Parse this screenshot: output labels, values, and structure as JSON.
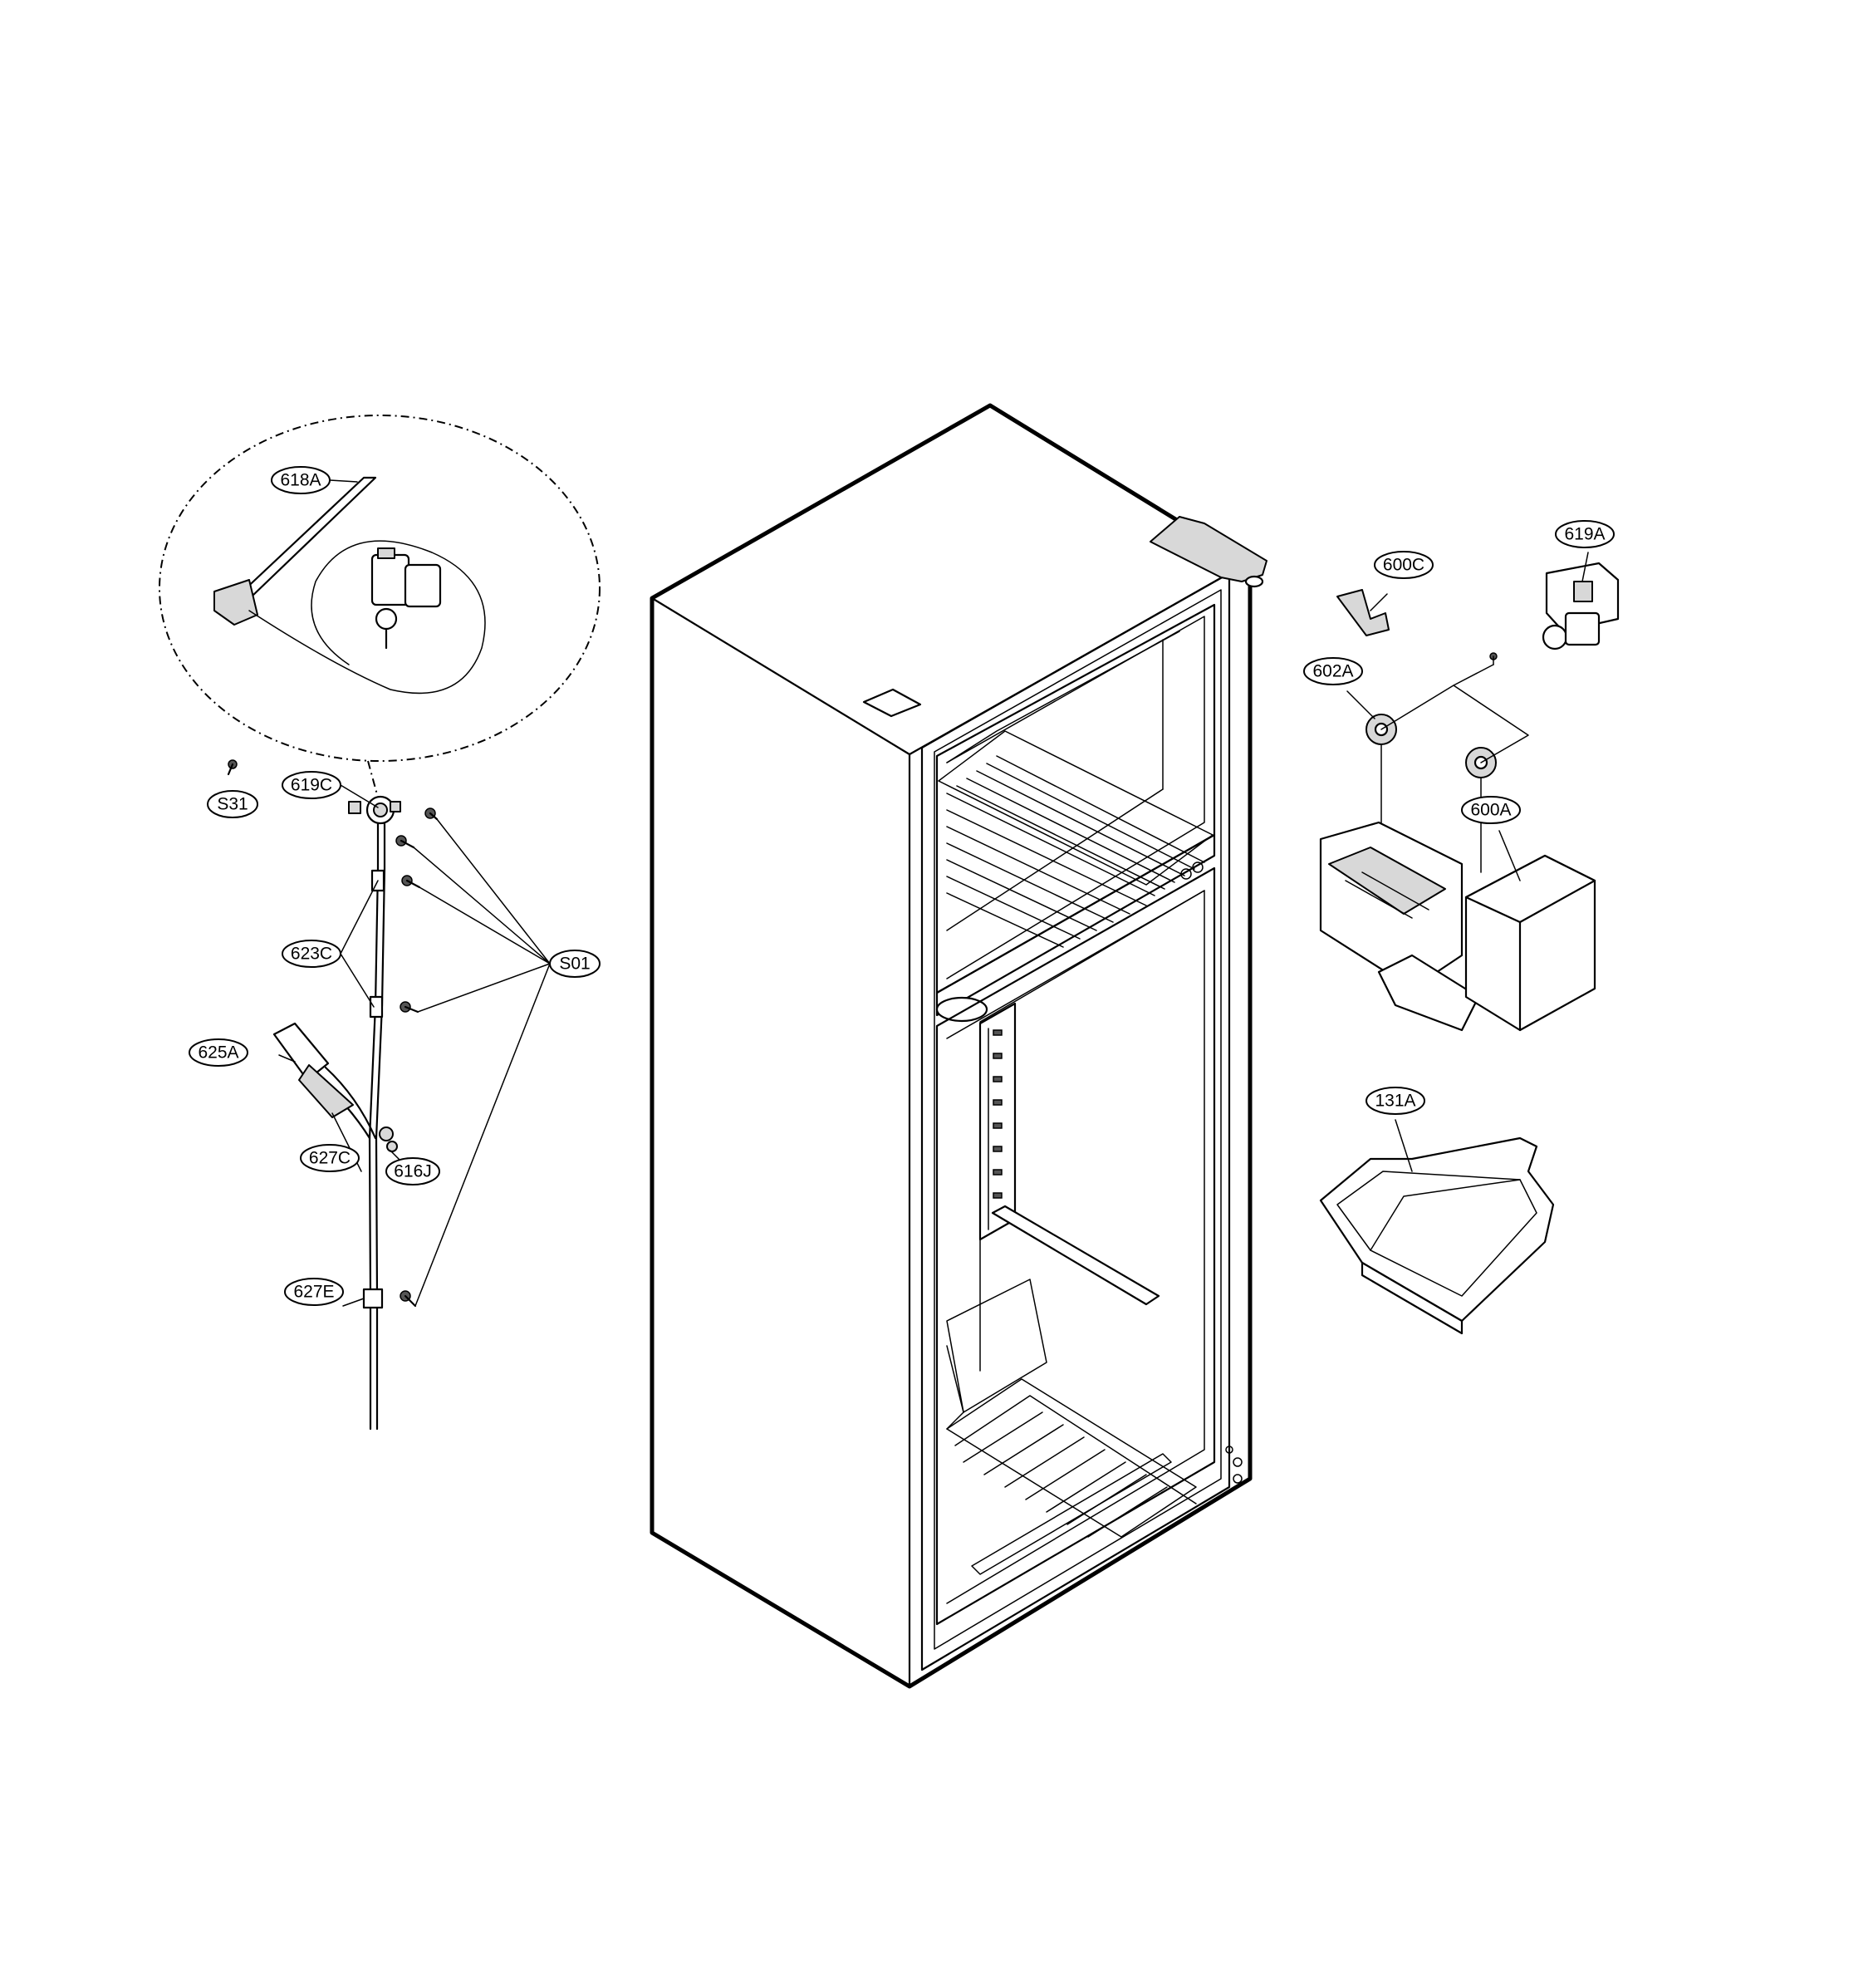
{
  "parts": {
    "p618A": "618A",
    "p619C": "619C",
    "pS31": "S31",
    "p623C": "623C",
    "pS01": "S01",
    "p625A": "625A",
    "p627C": "627C",
    "p616J": "616J",
    "p627E": "627E",
    "p600C": "600C",
    "p619A": "619A",
    "p602A": "602A",
    "p600A": "600A",
    "p131A": "131A"
  }
}
